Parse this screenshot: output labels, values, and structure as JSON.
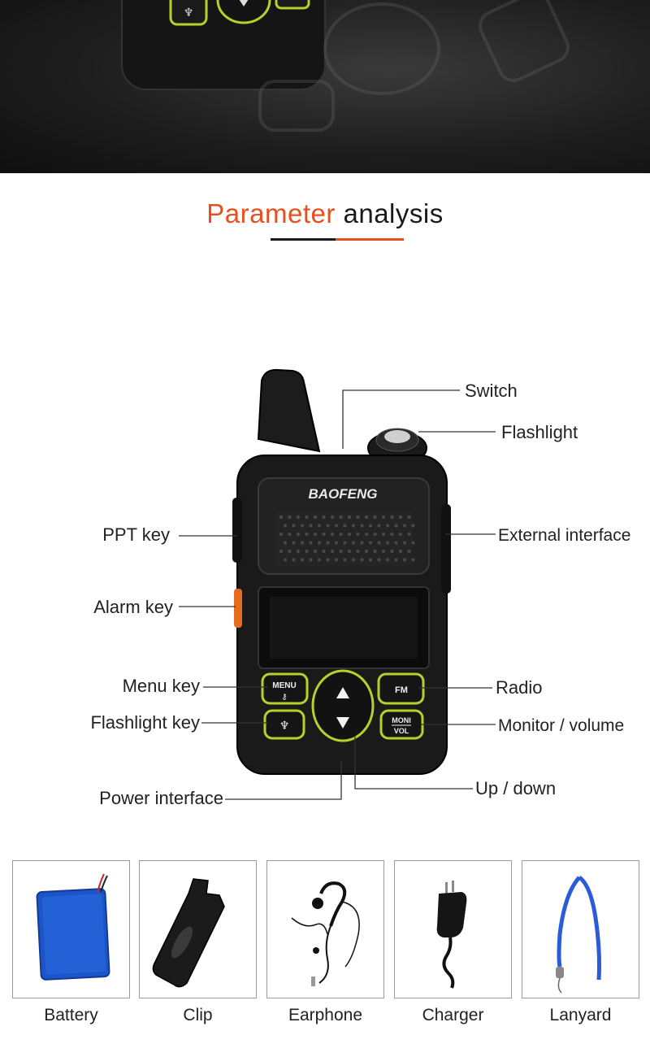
{
  "heading": {
    "accent": "Parameter",
    "rest": " analysis"
  },
  "colors": {
    "accent": "#e5501f",
    "dark": "#1a1a1a",
    "radio_green": "#b6d22a"
  },
  "radio": {
    "brand": "BAOFENG",
    "buttons": {
      "menu": "MENU",
      "fm": "FM",
      "moni": "MONI",
      "vol": "VOL"
    }
  },
  "callouts": {
    "switch": "Switch",
    "flashlight": "Flashlight",
    "ppt_key": "PPT key",
    "external_interface": "External interface",
    "alarm_key": "Alarm key",
    "menu_key": "Menu key",
    "radio": "Radio",
    "flashlight_key": "Flashlight key",
    "monitor_volume": "Monitor / volume",
    "power_interface": "Power interface",
    "up_down": "Up / down"
  },
  "accessories": [
    {
      "label": "Battery",
      "icon": "battery-icon"
    },
    {
      "label": "Clip",
      "icon": "clip-icon"
    },
    {
      "label": "Earphone",
      "icon": "earphone-icon"
    },
    {
      "label": "Charger",
      "icon": "charger-icon"
    },
    {
      "label": "Lanyard",
      "icon": "lanyard-icon"
    }
  ]
}
